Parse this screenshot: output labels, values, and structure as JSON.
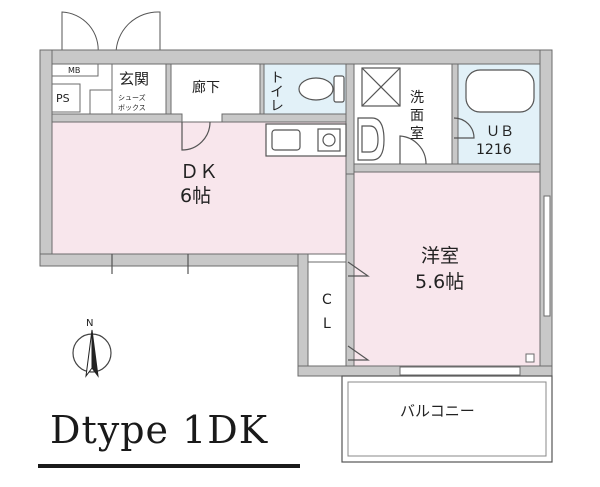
{
  "rooms": {
    "mb": "MB",
    "ps": "PS",
    "genkan": "玄関",
    "shoebox_1": "シューズ",
    "shoebox_2": "ボックス",
    "rouka": "廊下",
    "toilet": "トイレ",
    "senmen_1": "洗",
    "senmen_2": "面",
    "senmen_3": "室",
    "ub_1": "ＵＢ",
    "ub_2": "1216",
    "dk_1": "ＤＫ",
    "dk_2": "6帖",
    "yoshitsu_1": "洋室",
    "yoshitsu_2": "5.6帖",
    "cl_1": "C",
    "cl_2": "L",
    "balcony": "バルコニー"
  },
  "compass": {
    "label": "N"
  },
  "caption": {
    "text": "Dtype 1DK"
  },
  "colors": {
    "pink_room": "#f8e6ec",
    "wet_area": "#e2f1f8",
    "wall": "#c8c8c8",
    "outline": "#6b6b6b"
  }
}
